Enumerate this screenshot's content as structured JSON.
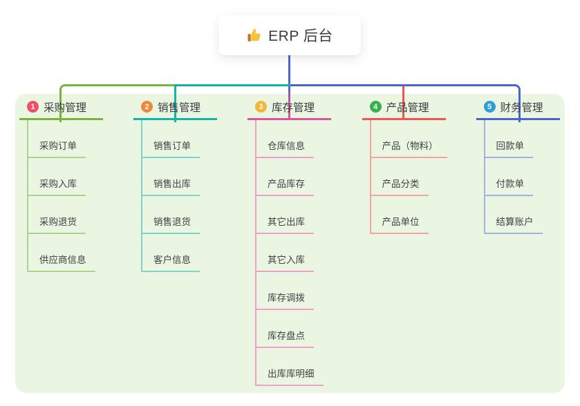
{
  "root": {
    "icon": "thumbs-up-icon",
    "label": "ERP 后台"
  },
  "connectors": {
    "root_line_color": "#5064cd",
    "center_drop_color": "#e0519e"
  },
  "panel_color": "#eaf6e1",
  "branches": [
    {
      "badge": "1",
      "label": "采购管理",
      "badge_color": "#ef4e6b",
      "line_color": "#77b43c",
      "child_line_color": "#aad489",
      "children": [
        "采购订单",
        "采购入库",
        "采购退货",
        "供应商信息"
      ]
    },
    {
      "badge": "2",
      "label": "销售管理",
      "badge_color": "#f0883a",
      "line_color": "#14b3a5",
      "child_line_color": "#7fd2c8",
      "children": [
        "销售订单",
        "销售出库",
        "销售退货",
        "客户信息"
      ]
    },
    {
      "badge": "3",
      "label": "库存管理",
      "badge_color": "#f6b63c",
      "line_color": "#e0519e",
      "child_line_color": "#f19fc9",
      "children": [
        "仓库信息",
        "产品库存",
        "其它出库",
        "其它入库",
        "库存调拨",
        "库存盘点",
        "出库库明细"
      ]
    },
    {
      "badge": "4",
      "label": "产品管理",
      "badge_color": "#35b34a",
      "line_color": "#f4544f",
      "child_line_color": "#f8a29e",
      "children": [
        "产品（物料）",
        "产品分类",
        "产品单位"
      ]
    },
    {
      "badge": "5",
      "label": "财务管理",
      "badge_color": "#2d9fd8",
      "line_color": "#4a63cf",
      "child_line_color": "#9db3e4",
      "children": [
        "回款单",
        "付款单",
        "结算账户"
      ]
    }
  ]
}
